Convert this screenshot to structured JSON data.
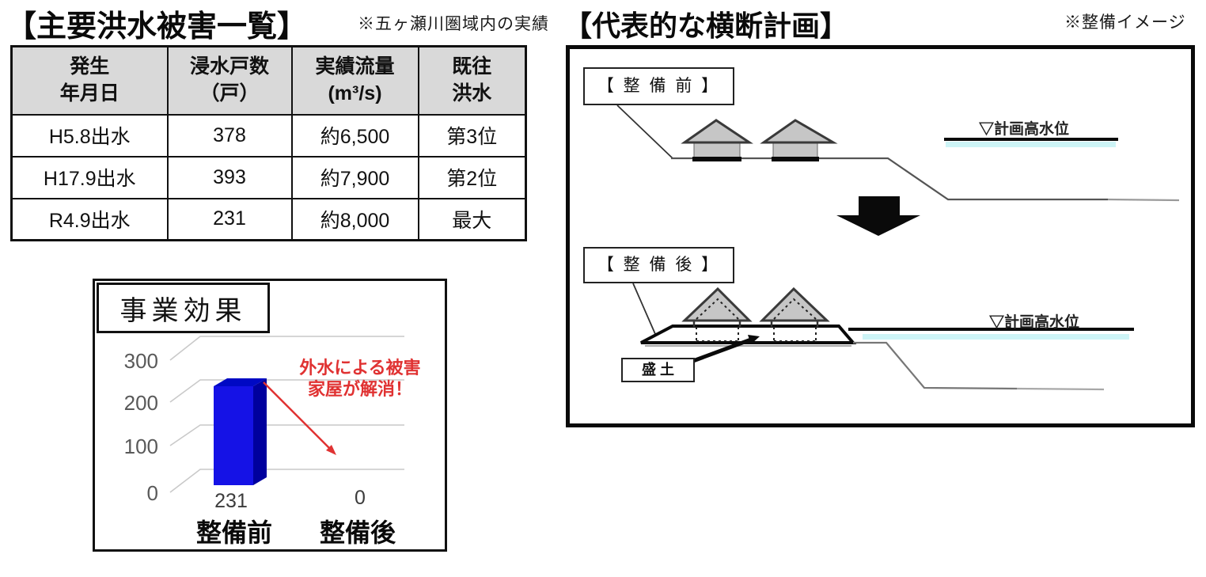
{
  "flood_section": {
    "title": "【主要洪水被害一覧】",
    "note": "※五ヶ瀬川圏域内の実績",
    "table": {
      "headers": [
        {
          "line1": "発生",
          "line2": "年月日"
        },
        {
          "line1": "浸水戸数",
          "line2": "（戸）"
        },
        {
          "line1": "実績流量",
          "line2": "(m³/s)"
        },
        {
          "line1": "既往",
          "line2": "洪水"
        }
      ],
      "rows": [
        [
          "H5.8出水",
          "378",
          "約6,500",
          "第3位"
        ],
        [
          "H17.9出水",
          "393",
          "約7,900",
          "第2位"
        ],
        [
          "R4.9出水",
          "231",
          "約8,000",
          "最大"
        ]
      ]
    }
  },
  "effect_chart": {
    "title": "事業効果",
    "y_ticks": [
      "300",
      "200",
      "100",
      "0"
    ],
    "bar_value_labels": [
      "231",
      "0"
    ],
    "category_labels": [
      "整備前",
      "整備後"
    ],
    "annotation_line1": "外水による被害",
    "annotation_line2": "家屋が解消！"
  },
  "cross_section": {
    "title": "【代表的な横断計画】",
    "note": "※整備イメージ",
    "before_label": "【 整 備 前 】",
    "after_label": "【 整 備 後 】",
    "water_level_label_before": "▽計画高水位",
    "water_level_label_after": "▽計画高水位",
    "embankment_label": "盛 土"
  },
  "colors": {
    "bar_front": "#1512e6",
    "bar_side": "#00009e",
    "bar_top": "#0009c4",
    "annotation_red": "#e03232",
    "water_cyan": "#cdf4f6",
    "table_header_gray": "#d9d9d9",
    "house_gray": "#c6c6c6"
  },
  "chart_data": {
    "type": "bar",
    "title": "事業効果",
    "categories": [
      "整備前",
      "整備後"
    ],
    "values": [
      231,
      0
    ],
    "xlabel": "",
    "ylabel": "",
    "ylim": [
      0,
      300
    ],
    "y_ticks": [
      0,
      100,
      200,
      300
    ],
    "style": "3d-perspective, single blue bar series",
    "legend": "none",
    "annotation": "外水による被害家屋が解消！"
  }
}
